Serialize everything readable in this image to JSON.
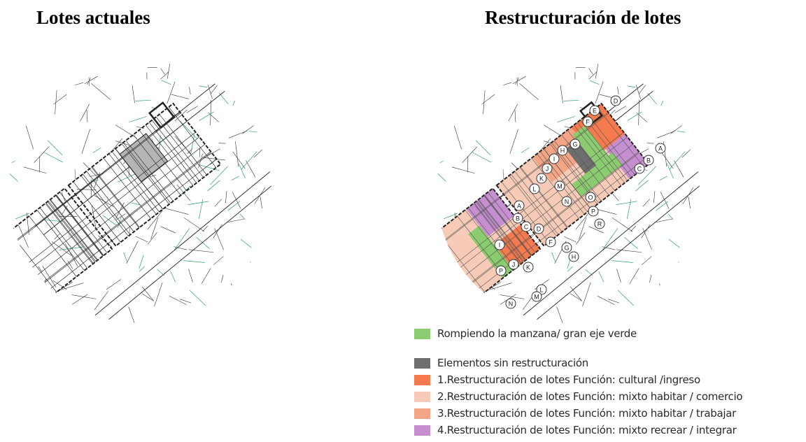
{
  "titles": {
    "left": "Lotes actuales",
    "right": "Restructuración de lotes"
  },
  "colors": {
    "green_axis": "#8ccc70",
    "no_restructure": "#6e6e6e",
    "cultural": "#f57a4e",
    "mixto_comercio": "#f7cbb7",
    "mixto_trabajar": "#f4a585",
    "mixto_recrear": "#c68fd0",
    "linework": "#333333",
    "vegetation": "#2fa066"
  },
  "legend": [
    {
      "label": "Rompiendo la manzana/ gran eje verde",
      "color": "#8ccc70"
    },
    {
      "label": "Elementos sin restructuración",
      "color": "#6e6e6e"
    },
    {
      "label": "1.Restructuración de lotes Función: cultural /ingreso",
      "color": "#f57a4e"
    },
    {
      "label": "2.Restructuración de lotes  Función: mixto habitar / comercio",
      "color": "#f7cbb7"
    },
    {
      "label": "3.Restructuración de lotes Función: mixto habitar / trabajar",
      "color": "#f4a585"
    },
    {
      "label": "4.Restructuración de lotes Función: mixto recrear / integrar",
      "color": "#c68fd0"
    }
  ],
  "lot_labels_north": [
    "A",
    "B",
    "C",
    "D",
    "E",
    "F",
    "G",
    "H",
    "I",
    "J",
    "K",
    "L",
    "M",
    "N",
    "O",
    "P",
    "R"
  ],
  "lot_labels_south": [
    "A",
    "B",
    "C",
    "D",
    "F",
    "G",
    "H",
    "I",
    "J",
    "K",
    "L",
    "M",
    "N",
    "P"
  ]
}
